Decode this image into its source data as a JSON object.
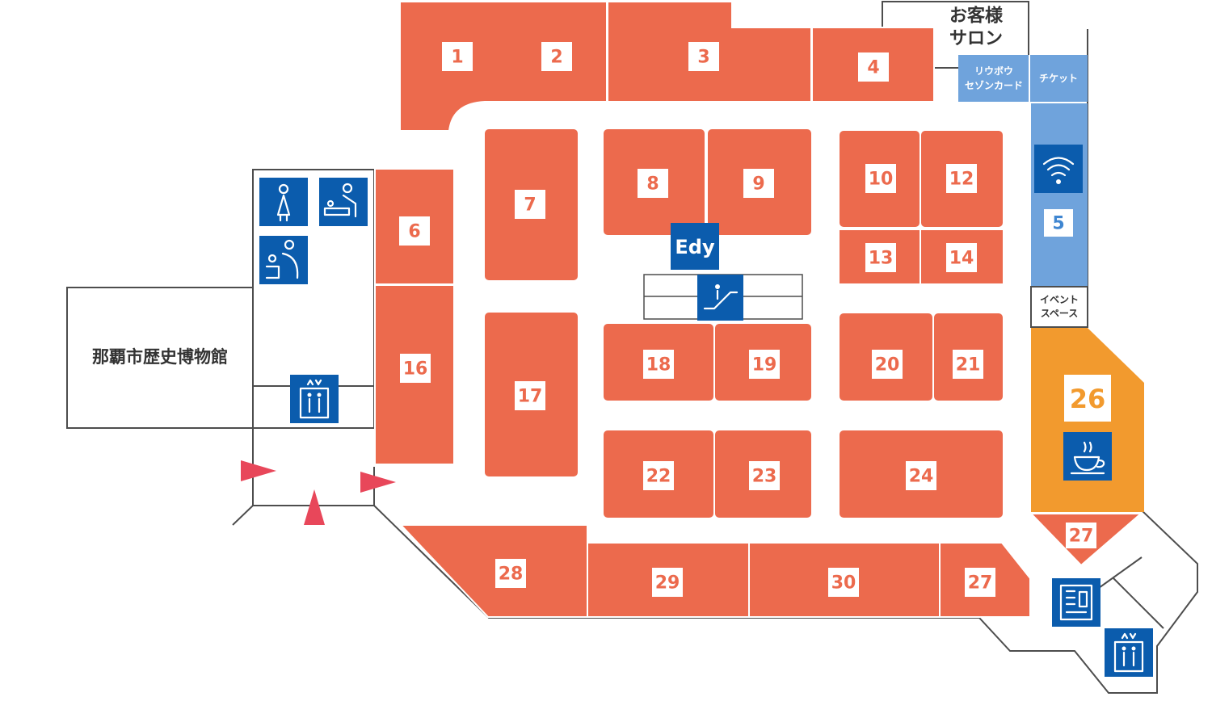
{
  "museum": {
    "label": "那覇市歴史博物館"
  },
  "salon": {
    "line1": "お客様",
    "line2": "サロン"
  },
  "card": {
    "line1": "リウボウ",
    "line2": "セゾンカード"
  },
  "ticket": {
    "label": "チケット"
  },
  "event": {
    "line1": "イベント",
    "line2": "スペース"
  },
  "edy": {
    "label": "Edy"
  },
  "shops": [
    {
      "id": "1",
      "label": "1"
    },
    {
      "id": "2",
      "label": "2"
    },
    {
      "id": "3",
      "label": "3"
    },
    {
      "id": "4",
      "label": "4"
    },
    {
      "id": "5",
      "label": "5"
    },
    {
      "id": "6",
      "label": "6"
    },
    {
      "id": "7",
      "label": "7"
    },
    {
      "id": "8",
      "label": "8"
    },
    {
      "id": "9",
      "label": "9"
    },
    {
      "id": "10",
      "label": "10"
    },
    {
      "id": "12",
      "label": "12"
    },
    {
      "id": "13",
      "label": "13"
    },
    {
      "id": "14",
      "label": "14"
    },
    {
      "id": "16",
      "label": "16"
    },
    {
      "id": "17",
      "label": "17"
    },
    {
      "id": "18",
      "label": "18"
    },
    {
      "id": "19",
      "label": "19"
    },
    {
      "id": "20",
      "label": "20"
    },
    {
      "id": "21",
      "label": "21"
    },
    {
      "id": "22",
      "label": "22"
    },
    {
      "id": "23",
      "label": "23"
    },
    {
      "id": "24",
      "label": "24"
    },
    {
      "id": "26",
      "label": "26"
    },
    {
      "id": "27a",
      "label": "27"
    },
    {
      "id": "27b",
      "label": "27"
    },
    {
      "id": "28",
      "label": "28"
    },
    {
      "id": "29",
      "label": "29"
    },
    {
      "id": "30",
      "label": "30"
    }
  ],
  "icons": [
    "womens-restroom-icon",
    "baby-changing-icon",
    "nursing-room-icon",
    "elevator-icon",
    "escalator-icon",
    "wifi-icon",
    "cafe-icon",
    "vending-machine-icon",
    "entrance-arrow-icon"
  ],
  "colors": {
    "shop": "#ec6a4d",
    "service": "#6fa3dc",
    "cafe": "#f29a2e",
    "icon": "#0b5cad",
    "entrance": "#e8475a"
  }
}
